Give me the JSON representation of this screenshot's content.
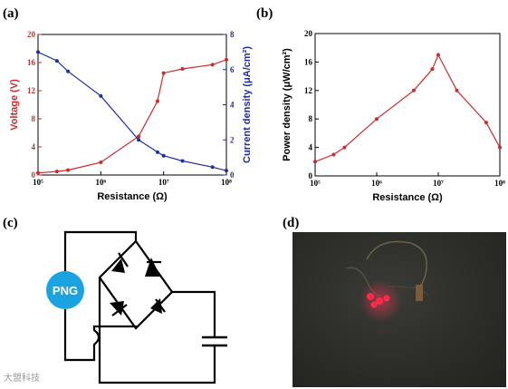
{
  "panels": {
    "a": "(a)",
    "b": "(b)",
    "c": "(c)",
    "d": "(d)"
  },
  "chart_data": [
    {
      "type": "line",
      "panel": "(a)",
      "xlabel": "Resistance (Ω)",
      "xscale": "log",
      "xlim": [
        100000,
        100000000
      ],
      "xticks": [
        "10⁵",
        "10⁶",
        "10⁷",
        "10⁸"
      ],
      "grid": false,
      "x": [
        100000,
        200000,
        300000,
        1000000,
        4000000,
        8000000,
        10000000,
        20000000,
        60000000,
        100000000
      ],
      "series": [
        {
          "axis": "left",
          "ylabel": "Voltage (V)",
          "ylim": [
            0,
            20
          ],
          "yticks": [
            "0",
            "4",
            "8",
            "12",
            "16",
            "20"
          ],
          "color": "#cc2b2b",
          "values": [
            0.3,
            0.5,
            0.7,
            1.8,
            5.5,
            10.5,
            14.5,
            15.1,
            15.7,
            16.4
          ]
        },
        {
          "axis": "right",
          "ylabel": "Current density (μA/cm²)",
          "ylim": [
            0,
            8
          ],
          "yticks": [
            "0",
            "2",
            "4",
            "6",
            "8"
          ],
          "color": "#1f2fa3",
          "values": [
            7.0,
            6.5,
            5.9,
            4.5,
            2.0,
            1.3,
            1.1,
            0.8,
            0.45,
            0.25
          ]
        }
      ]
    },
    {
      "type": "line",
      "panel": "(b)",
      "xlabel": "Resistance (Ω)",
      "ylabel": "Power density (μW/cm²)",
      "xscale": "log",
      "xlim": [
        100000,
        100000000
      ],
      "xticks": [
        "10⁵",
        "10⁶",
        "10⁷",
        "10⁸"
      ],
      "ylim": [
        0,
        20
      ],
      "yticks": [
        "0",
        "4",
        "8",
        "12",
        "16",
        "20"
      ],
      "grid": false,
      "series": [
        {
          "color": "#cc2b2b",
          "x": [
            100000,
            200000,
            300000,
            1000000,
            4000000,
            8000000,
            10000000,
            20000000,
            60000000,
            100000000
          ],
          "values": [
            2.0,
            3.0,
            4.0,
            8.0,
            12.0,
            15.0,
            17.0,
            12.0,
            7.5,
            4.0
          ]
        }
      ]
    }
  ],
  "circuit": {
    "generator_label": "PNG",
    "generator_color": "#1aa3e0"
  },
  "photo": {
    "led_color": "#ff2a4a"
  },
  "watermark": "大盟科技"
}
